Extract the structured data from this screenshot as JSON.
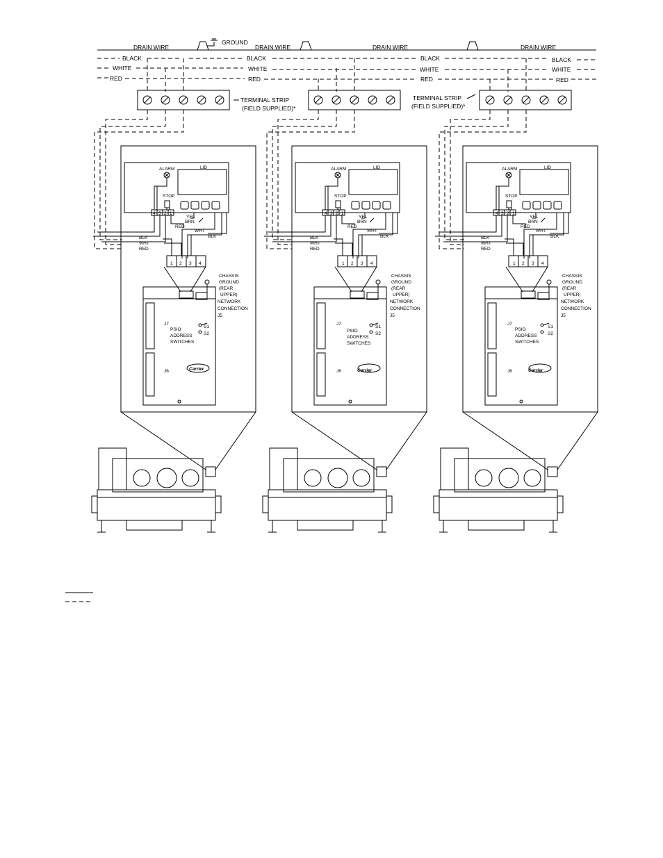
{
  "bus": {
    "drain_wire": "DRAIN WIRE",
    "ground": "GROUND",
    "black": "BLACK",
    "white": "WHITE",
    "red": "RED"
  },
  "terminal_strip": {
    "label": "TERMINAL STRIP",
    "sub": "(FIELD SUPPLIED)*"
  },
  "controller": {
    "alarm": "ALARM",
    "lid": "LID",
    "stop": "STOP",
    "pins": [
      "4",
      "3",
      "2",
      "1"
    ],
    "yel": "YEL",
    "brn": "BRN",
    "blk": "BLK",
    "wht": "WHT",
    "red": "RED",
    "connector_pins": [
      "1",
      "2",
      "3",
      "4"
    ],
    "chassis_ground": [
      "CHASSIS",
      "GROUND",
      "(REAR",
      "UPPER)"
    ],
    "network_connection": [
      "NETWORK",
      "CONNECTION",
      "J5"
    ],
    "j7": "J7",
    "j6": "J6",
    "psio": "PSIO",
    "address": "ADDRESS",
    "switches": "SWITCHES",
    "s1": "S1",
    "s2": "S2",
    "brand": "Carrier"
  },
  "units": 3
}
